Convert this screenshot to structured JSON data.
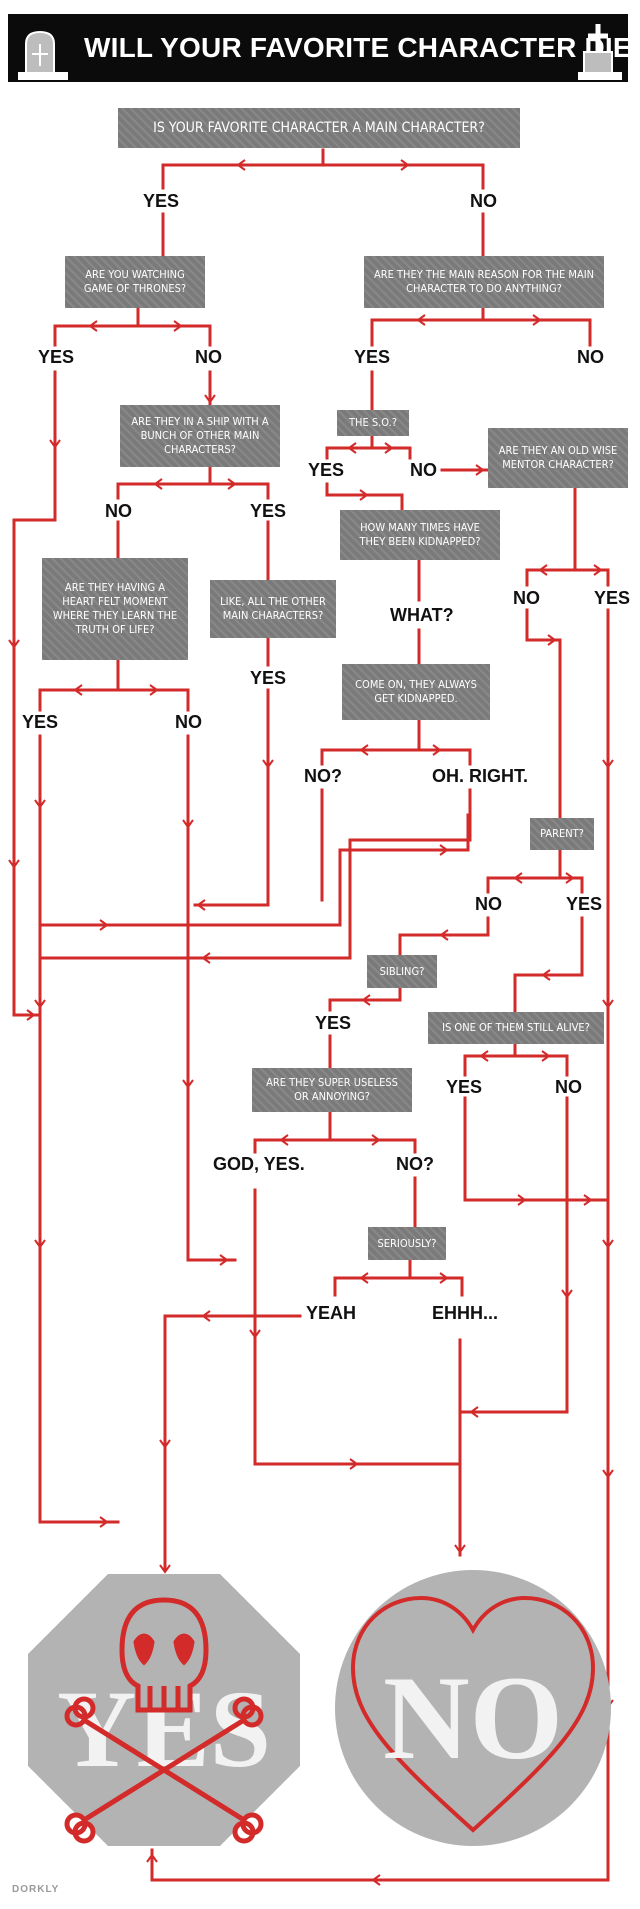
{
  "title": "WILL YOUR FAVORITE CHARACTER DIE?",
  "questions": {
    "main_character": "IS YOUR FAVORITE CHARACTER A MAIN CHARACTER?",
    "game_of_thrones": "ARE YOU WATCHING GAME OF THRONES?",
    "main_reason": "ARE THEY THE MAIN REASON FOR THE MAIN CHARACTER TO DO ANYTHING?",
    "ship": "ARE THEY IN A SHIP WITH A BUNCH OF OTHER MAIN CHARACTERS?",
    "so": "THE S.O.?",
    "old_wise_mentor": "ARE THEY AN OLD WISE MENTOR CHARACTER?",
    "heart_felt": "ARE THEY HAVING A HEART FELT MOMENT WHERE THEY LEARN THE TRUTH OF LIFE?",
    "like_all_other": "LIKE, ALL THE OTHER MAIN CHARACTERS?",
    "kidnapped_times": "HOW MANY TIMES HAVE THEY BEEN KIDNAPPED?",
    "come_on": "COME ON, THEY ALWAYS GET KIDNAPPED.",
    "parent": "PARENT?",
    "sibling": "SIBLING?",
    "still_alive": "IS ONE OF THEM STILL ALIVE?",
    "super_useless": "ARE THEY SUPER USELESS OR ANNOYING?",
    "seriously": "SERIOUSLY?"
  },
  "answers": {
    "yes": "YES",
    "no": "NO",
    "what": "WHAT?",
    "no_q": "NO?",
    "oh_right": "OH. RIGHT.",
    "god_yes": "GOD, YES.",
    "yeah": "YEAH",
    "ehhh": "EHHH..."
  },
  "outcomes": {
    "yes": "YES",
    "no": "NO"
  },
  "brand": "DORKLY",
  "colors": {
    "line": "#d32a2a",
    "box": "#7a7a7a",
    "title_bar": "#0b0b0b",
    "outcome_shape": "#b3b3b3"
  },
  "icons": [
    "tombstone-icon",
    "grave-cross-icon",
    "skull-and-crossbones-icon",
    "heart-icon"
  ]
}
